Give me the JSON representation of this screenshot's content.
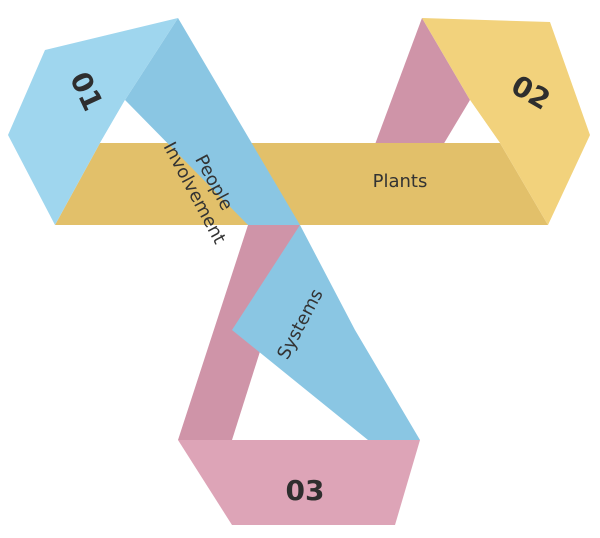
{
  "colors": {
    "blue": "#9fd6ee",
    "blue_shade": "#8ac6e3",
    "yellow": "#f2d27c",
    "yellow_shade": "#e2c06a",
    "pink": "#dda4b7",
    "pink_shade": "#cf94a8"
  },
  "nodes": [
    {
      "id": "01",
      "label": "01"
    },
    {
      "id": "02",
      "label": "02"
    },
    {
      "id": "03",
      "label": "03"
    }
  ],
  "bands": {
    "people": {
      "line1": "People",
      "line2": "Involvement"
    },
    "plants": {
      "label": "Plants"
    },
    "systems": {
      "label": "Systems"
    }
  }
}
